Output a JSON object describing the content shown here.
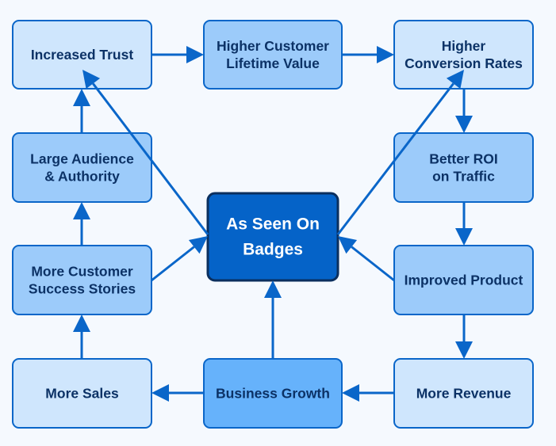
{
  "colors": {
    "light": "#cfe6fd",
    "medium": "#9ccbfa",
    "strong": "#66b2fb",
    "center": "#0563c8",
    "stroke": "#0a66c9",
    "line": "#0a66c9",
    "text": "#0c3266"
  },
  "nodes": [
    {
      "id": "trust",
      "lines": [
        "Increased Trust"
      ],
      "fill": "light"
    },
    {
      "id": "clv",
      "lines": [
        "Higher Customer",
        "Lifetime Value"
      ],
      "fill": "medium"
    },
    {
      "id": "conversion",
      "lines": [
        "Higher",
        "Conversion Rates"
      ],
      "fill": "light"
    },
    {
      "id": "audience",
      "lines": [
        "Large Audience",
        "& Authority"
      ],
      "fill": "medium"
    },
    {
      "id": "roi",
      "lines": [
        "Better ROI",
        "on Traffic"
      ],
      "fill": "medium"
    },
    {
      "id": "stories",
      "lines": [
        "More Customer",
        "Success Stories"
      ],
      "fill": "medium"
    },
    {
      "id": "center",
      "lines": [
        "As Seen On",
        "Badges"
      ],
      "fill": "center"
    },
    {
      "id": "improved",
      "lines": [
        "Improved Product"
      ],
      "fill": "medium"
    },
    {
      "id": "sales",
      "lines": [
        "More Sales"
      ],
      "fill": "light"
    },
    {
      "id": "growth",
      "lines": [
        "Business Growth"
      ],
      "fill": "strong"
    },
    {
      "id": "revenue",
      "lines": [
        "More Revenue"
      ],
      "fill": "light"
    }
  ],
  "edges": [
    {
      "from": "trust",
      "to": "clv"
    },
    {
      "from": "clv",
      "to": "conversion"
    },
    {
      "from": "conversion",
      "to": "roi"
    },
    {
      "from": "roi",
      "to": "improved"
    },
    {
      "from": "improved",
      "to": "revenue"
    },
    {
      "from": "revenue",
      "to": "growth"
    },
    {
      "from": "growth",
      "to": "sales"
    },
    {
      "from": "sales",
      "to": "stories"
    },
    {
      "from": "stories",
      "to": "audience"
    },
    {
      "from": "audience",
      "to": "trust"
    },
    {
      "from": "center",
      "to": "trust"
    },
    {
      "from": "center",
      "to": "conversion"
    },
    {
      "from": "stories",
      "to": "center"
    },
    {
      "from": "improved",
      "to": "center"
    },
    {
      "from": "growth",
      "to": "center"
    }
  ]
}
